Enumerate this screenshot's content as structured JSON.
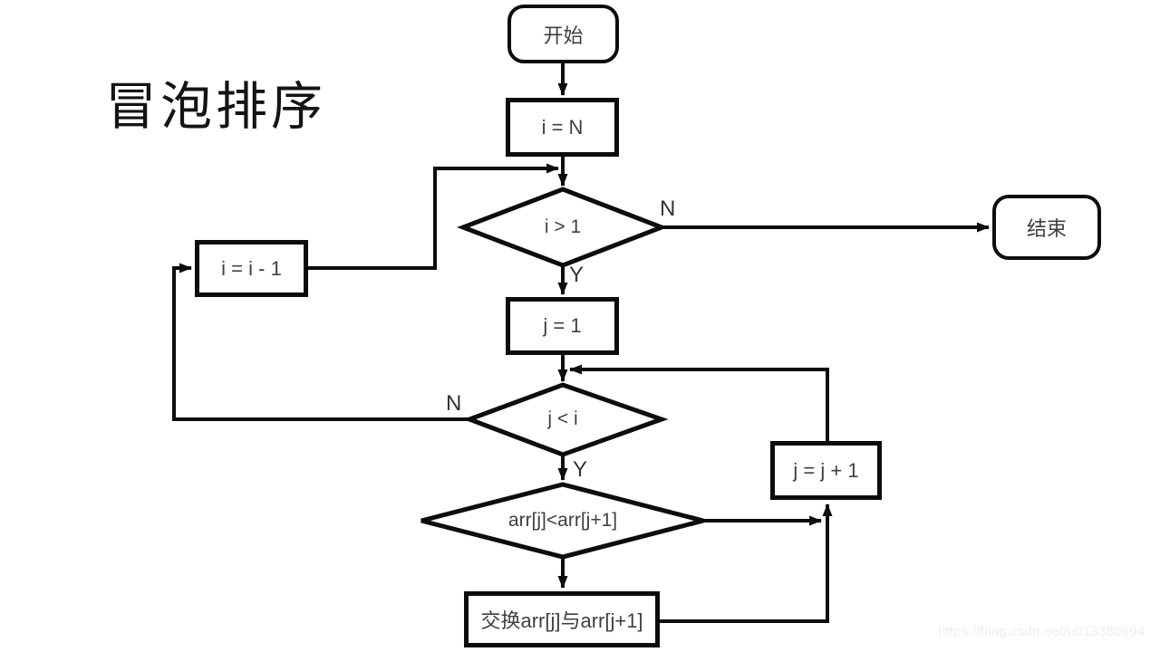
{
  "title": "冒泡排序",
  "watermark": "https://blog.csdn.net/u013380694",
  "nodes": {
    "start": {
      "label": "开始"
    },
    "init_i": {
      "label": "i = N"
    },
    "cond_i": {
      "label": "i > 1"
    },
    "end_node": {
      "label": "结束"
    },
    "dec_i": {
      "label": "i = i - 1"
    },
    "init_j": {
      "label": "j = 1"
    },
    "cond_j": {
      "label": "j < i"
    },
    "compare": {
      "label": "arr[j]<arr[j+1]"
    },
    "swap": {
      "label": "交换arr[j]与arr[j+1]"
    },
    "inc_j": {
      "label": "j = j + 1"
    }
  },
  "branch_labels": {
    "cond_i_no": "N",
    "cond_i_yes": "Y",
    "cond_j_no": "N",
    "cond_j_yes": "Y"
  }
}
